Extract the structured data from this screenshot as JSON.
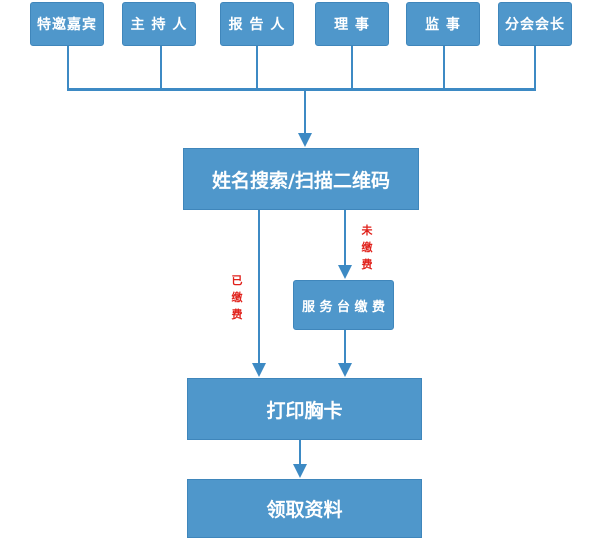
{
  "diagram": {
    "roles": [
      {
        "label": "特邀嘉宾"
      },
      {
        "label": "主 持 人"
      },
      {
        "label": "报 告 人"
      },
      {
        "label": "理  事"
      },
      {
        "label": "监  事"
      },
      {
        "label": "分会会长"
      }
    ],
    "steps": {
      "search": "姓名搜索/扫描二维码",
      "service_desk": "服 务 台 缴 费",
      "print_badge": "打印胸卡",
      "collect_materials": "领取资料"
    },
    "branch_labels": {
      "paid": [
        "已",
        "缴",
        "费"
      ],
      "unpaid": [
        "未",
        "缴",
        "费"
      ]
    },
    "colors": {
      "box": "#4f97cb",
      "line": "#3d8ac4",
      "label": "#e0201a"
    }
  }
}
